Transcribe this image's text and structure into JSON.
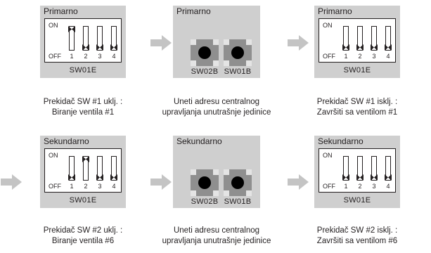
{
  "colors": {
    "panel": "#cfcfcf",
    "arrow": "#c4c4c4",
    "knob": "#8f8f8f",
    "ink": "#231f20"
  },
  "icons": {
    "arrow": "right-arrow-icon",
    "knob": "rotary-switch-icon"
  },
  "row1": {
    "step1": {
      "title": "Primarno",
      "on": "ON",
      "off": "OFF",
      "nums": [
        "1",
        "2",
        "3",
        "4"
      ],
      "switch_name": "SW01E",
      "caption_line1": "Prekidač SW #1 uklj. :",
      "caption_line2": "Biranje ventila #1"
    },
    "step2": {
      "title": "Primarno",
      "knob_left": "SW02B",
      "knob_right": "SW01B",
      "caption_line1": "Uneti adresu centralnog",
      "caption_line2": "upravljanja unutrašnje jedinice"
    },
    "step3": {
      "title": "Primarno",
      "on": "ON",
      "off": "OFF",
      "nums": [
        "1",
        "2",
        "3",
        "4"
      ],
      "switch_name": "SW01E",
      "caption_line1": "Prekidač SW #1 isklj. :",
      "caption_line2": "Završiti sa ventilom #1"
    }
  },
  "row2": {
    "step1": {
      "title": "Sekundarno",
      "on": "ON",
      "off": "OFF",
      "nums": [
        "1",
        "2",
        "3",
        "4"
      ],
      "switch_name": "SW01E",
      "caption_line1": "Prekidač SW #2 uklj. :",
      "caption_line2": "Biranje ventila #6"
    },
    "step2": {
      "title": "Sekundarno",
      "knob_left": "SW02B",
      "knob_right": "SW01B",
      "caption_line1": "Uneti adresu centralnog",
      "caption_line2": "upravljanja unutrašnje jedinice"
    },
    "step3": {
      "title": "Sekundarno",
      "on": "ON",
      "off": "OFF",
      "nums": [
        "1",
        "2",
        "3",
        "4"
      ],
      "switch_name": "SW01E",
      "caption_line1": "Prekidač SW #2 isklj. :",
      "caption_line2": "Završiti sa ventilom #6"
    }
  }
}
